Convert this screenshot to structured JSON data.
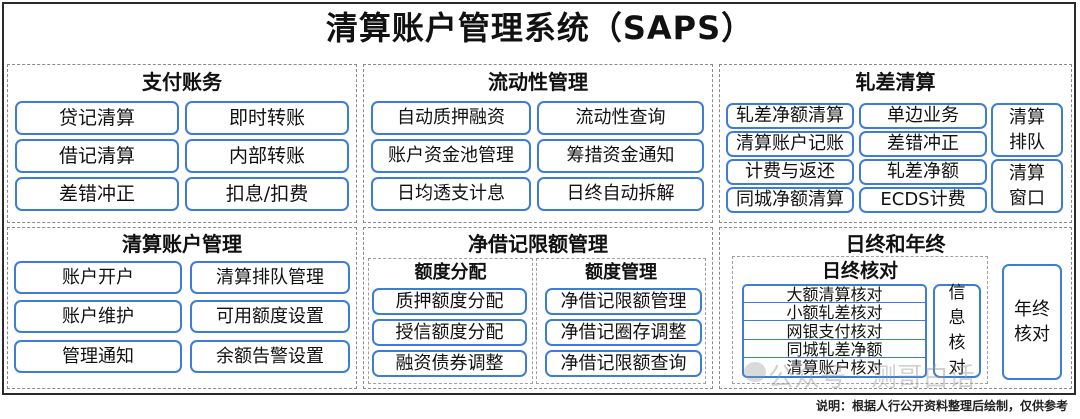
{
  "title": "清算账户管理系统（SAPS）",
  "panels": {
    "payment": {
      "title": "支付账务",
      "items": [
        "贷记清算",
        "即时转账",
        "借记清算",
        "内部转账",
        "差错冲正",
        "扣息/扣费"
      ]
    },
    "liquidity": {
      "title": "流动性管理",
      "items": [
        "自动质押融资",
        "流动性查询",
        "账户资金池管理",
        "筹措资金通知",
        "日均透支计息",
        "日终自动拆解"
      ]
    },
    "netting": {
      "title": "轧差清算",
      "items": [
        "轧差净额清算",
        "单边业务",
        "清算账户记账",
        "差错冲正",
        "计费与返还",
        "轧差净额",
        "同城净额清算",
        "ECDS计费"
      ],
      "side_items": [
        "清算排队",
        "清算窗口"
      ]
    },
    "account": {
      "title": "清算账户管理",
      "items": [
        "账户开户",
        "清算排队管理",
        "账户维护",
        "可用额度设置",
        "管理通知",
        "余额告警设置"
      ]
    },
    "limit": {
      "title": "净借记限额管理",
      "left": {
        "title": "额度分配",
        "items": [
          "质押额度分配",
          "授信额度分配",
          "融资债券调整"
        ]
      },
      "right": {
        "title": "额度管理",
        "items": [
          "净借记限额管理",
          "净借记圈存调整",
          "净借记限额查询"
        ]
      }
    },
    "eod": {
      "title": "日终和年终",
      "sub_title": "日终核对",
      "stack_items": [
        "大额清算核对",
        "小额轧差核对",
        "网银支付核对",
        "同城轧差净额",
        "清算账户核对"
      ],
      "info_check": "信息核对",
      "year_end": "年终核对"
    }
  },
  "watermark": "公众号 · 测哥白话",
  "note": "说明：根据人行公开资料整理后绘制，仅供参考",
  "colors": {
    "box_border": "#3d7dd8",
    "frame": "#2a2a2a",
    "dashed": "#8a8a8a"
  }
}
